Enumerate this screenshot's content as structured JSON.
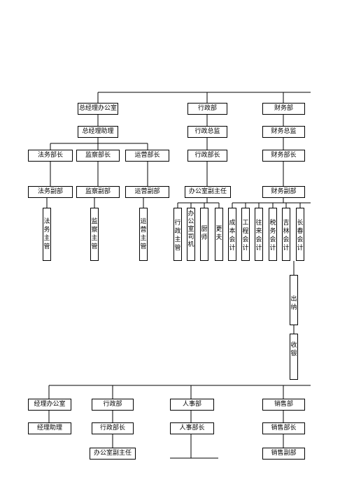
{
  "top_org": {
    "gm_office": "总经理办公室",
    "gm_assistant": "总经理助理",
    "legal_head": "法务部长",
    "legal_deputy": "法务副部",
    "legal_supervisor": "法务主管",
    "audit_head": "监察部长",
    "audit_deputy": "监察副部",
    "audit_supervisor": "监察主管",
    "ops_head": "运营部长",
    "ops_deputy": "运营副部",
    "ops_supervisor": "运营主管",
    "admin_dept": "行政部",
    "admin_director": "行政总监",
    "admin_head": "行政部长",
    "office_deputy": "办公室副主任",
    "admin_supervisor": "行政主管",
    "office_driver": "办公室司机",
    "chef": "厨师",
    "janitor": "更夫",
    "finance_dept": "财务部",
    "finance_director": "财务总监",
    "finance_head": "财务部长",
    "finance_deputy": "财务副部",
    "cost_accountant": "成本会计",
    "engineering_accountant": "工程会计",
    "receivables_accountant": "往来会计",
    "tax_accountant": "税务会计",
    "jilin_accountant": "吉林会计",
    "changchun_accountant": "长春会计",
    "cashier": "出纳",
    "cash_collector": "收银"
  },
  "bottom_org": {
    "gm_office": "经理办公室",
    "gm_assistant": "经理助理",
    "admin_dept": "行政部",
    "admin_head": "行政部长",
    "office_deputy": "办公室副主任",
    "hr_dept": "人事部",
    "hr_head": "人事部长",
    "sales_dept": "销售部",
    "sales_head": "销售部长",
    "sales_deputy": "销售副部"
  }
}
